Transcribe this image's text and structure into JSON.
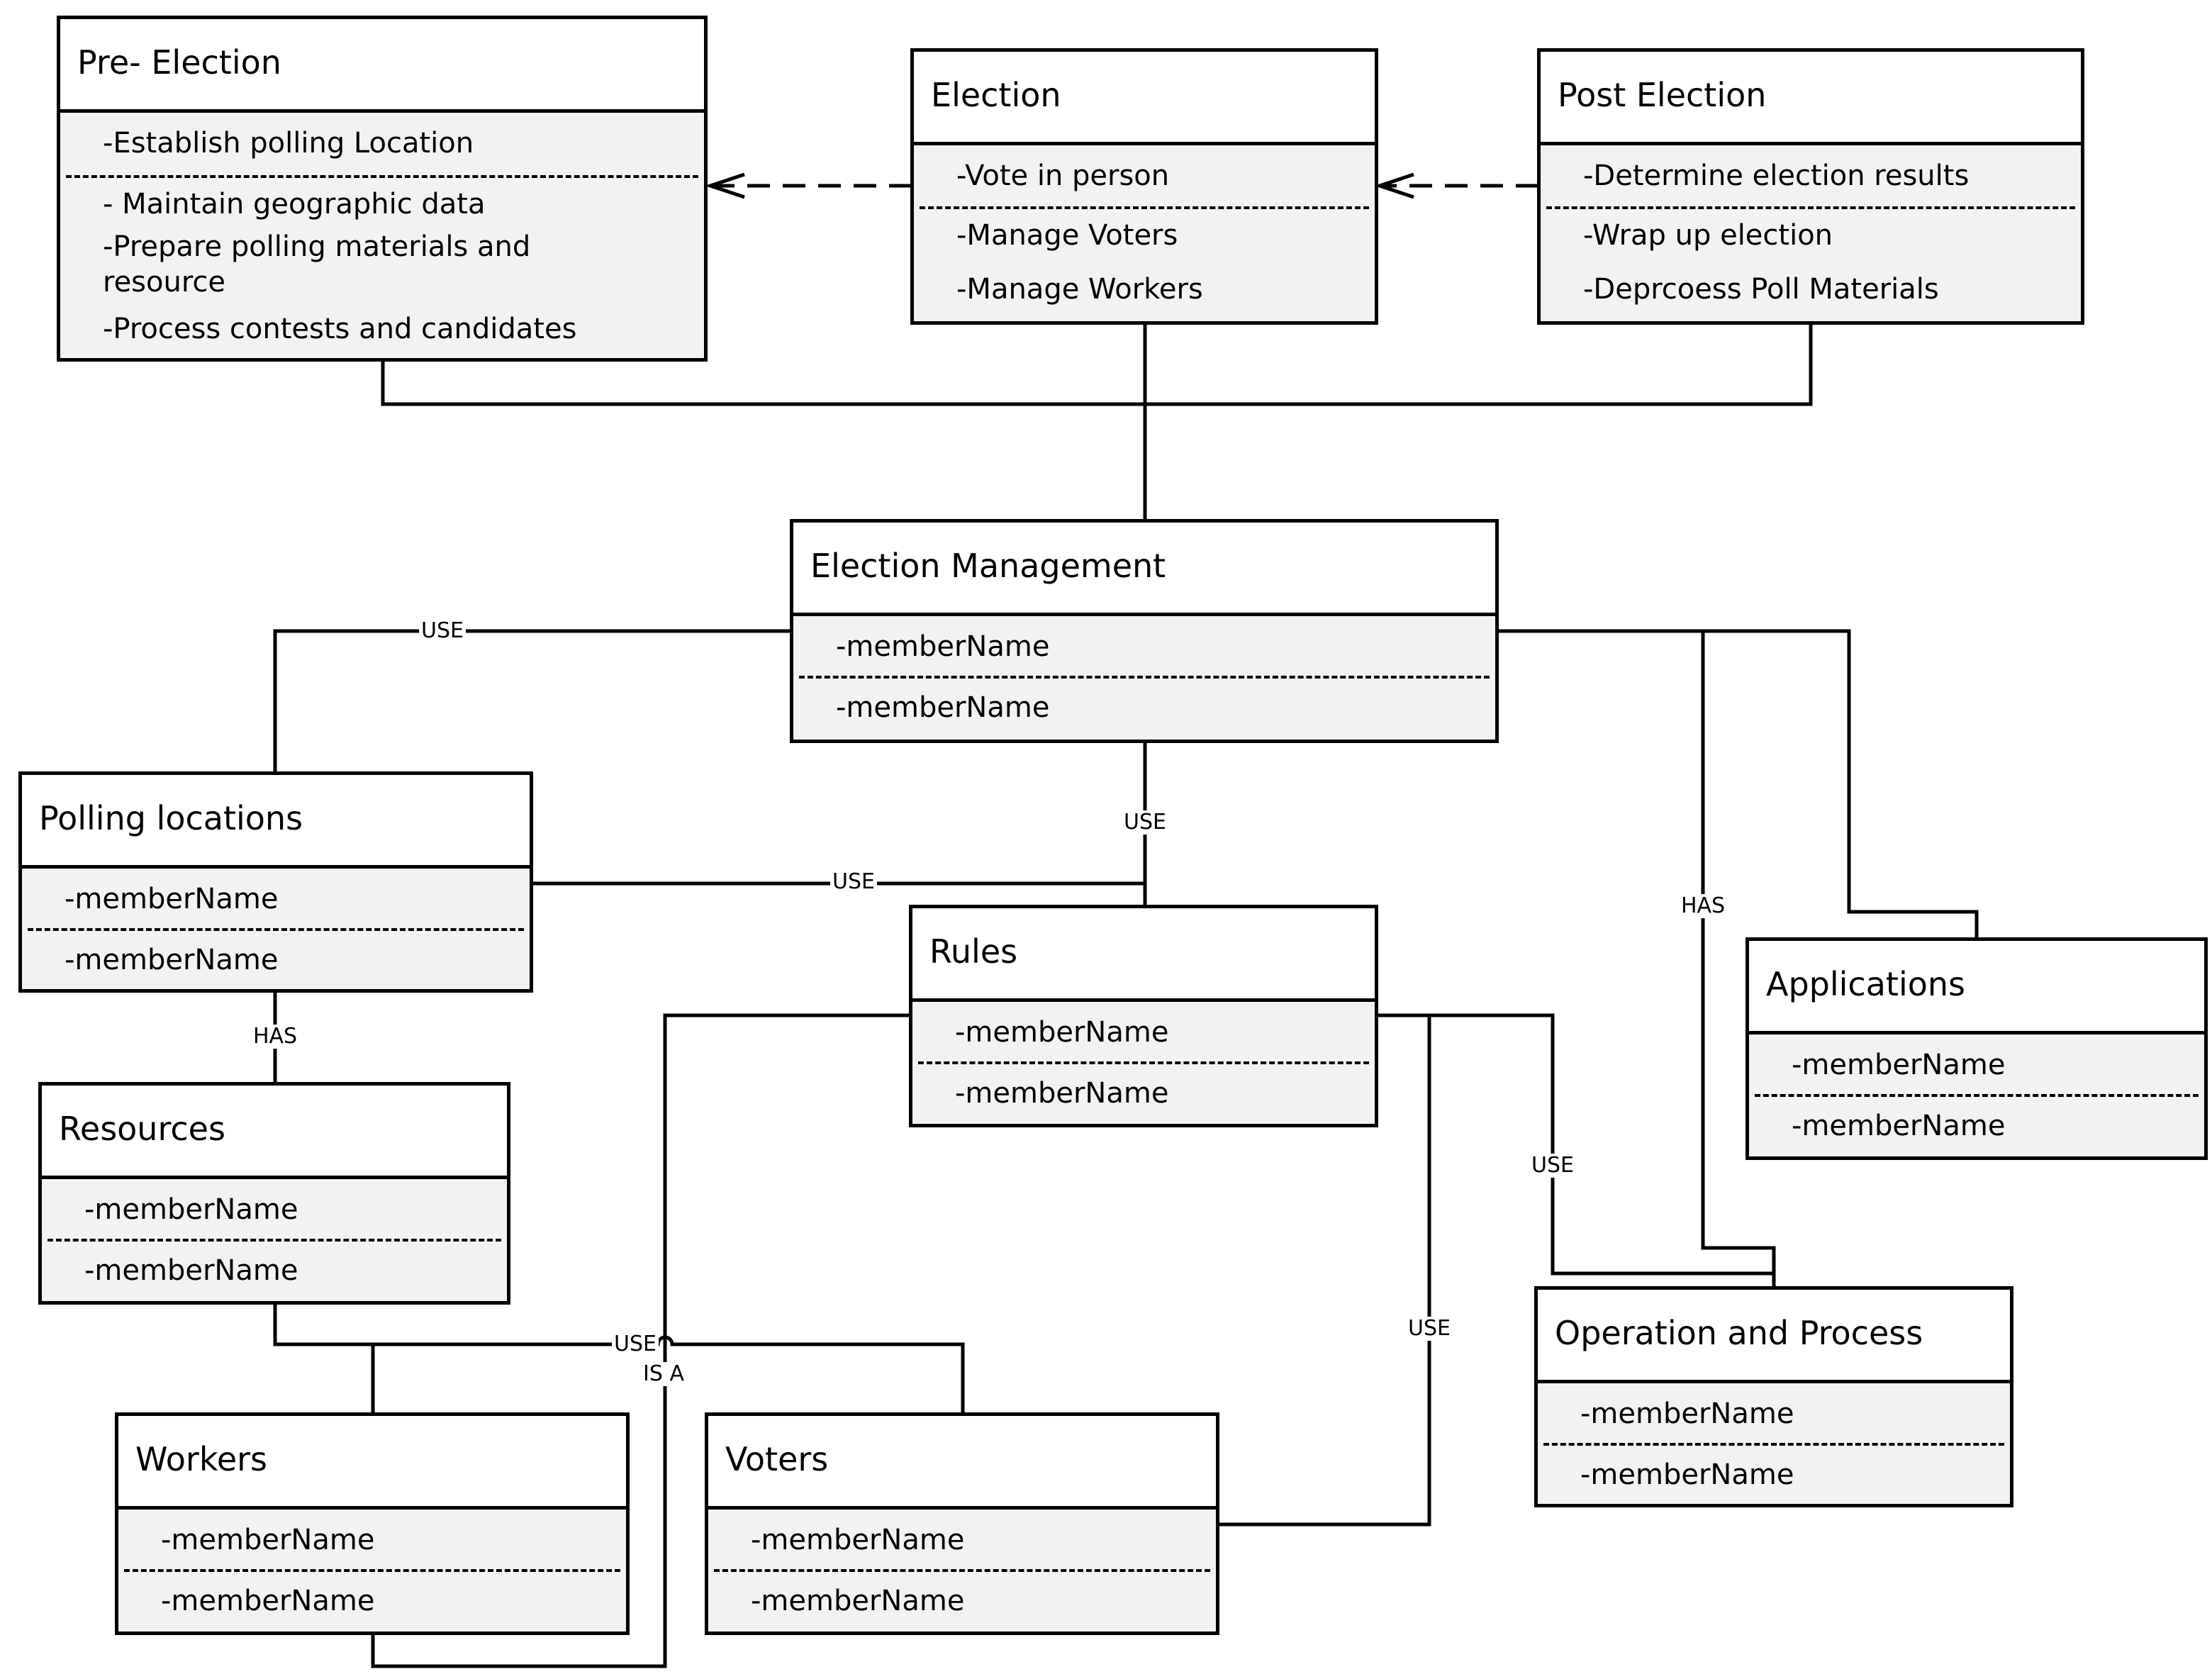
{
  "boxes": {
    "pre_election": {
      "title": "Pre- Election",
      "items": [
        "-Establish polling Location",
        "- Maintain geographic data",
        "-Prepare polling materials and resource",
        "-Process contests and candidates"
      ]
    },
    "election": {
      "title": "Election",
      "items": [
        "-Vote in person",
        "-Manage Voters",
        "-Manage Workers"
      ]
    },
    "post_election": {
      "title": "Post Election",
      "items": [
        "-Determine election results",
        "-Wrap up election",
        "-Deprcoess Poll Materials"
      ]
    },
    "election_management": {
      "title": "Election Management",
      "items": [
        "-memberName",
        "-memberName"
      ]
    },
    "polling_locations": {
      "title": "Polling locations",
      "items": [
        "-memberName",
        "-memberName"
      ]
    },
    "rules": {
      "title": "Rules",
      "items": [
        "-memberName",
        "-memberName"
      ]
    },
    "applications": {
      "title": "Applications",
      "items": [
        "-memberName",
        "-memberName"
      ]
    },
    "resources": {
      "title": "Resources",
      "items": [
        "-memberName",
        "-memberName"
      ]
    },
    "operation_process": {
      "title": "Operation and Process",
      "items": [
        "-memberName",
        "-memberName"
      ]
    },
    "workers": {
      "title": "Workers",
      "items": [
        "-memberName",
        "-memberName"
      ]
    },
    "voters": {
      "title": "Voters",
      "items": [
        "-memberName",
        "-memberName"
      ]
    }
  },
  "labels": {
    "use": "USE",
    "has": "HAS",
    "is_a": "IS A"
  }
}
